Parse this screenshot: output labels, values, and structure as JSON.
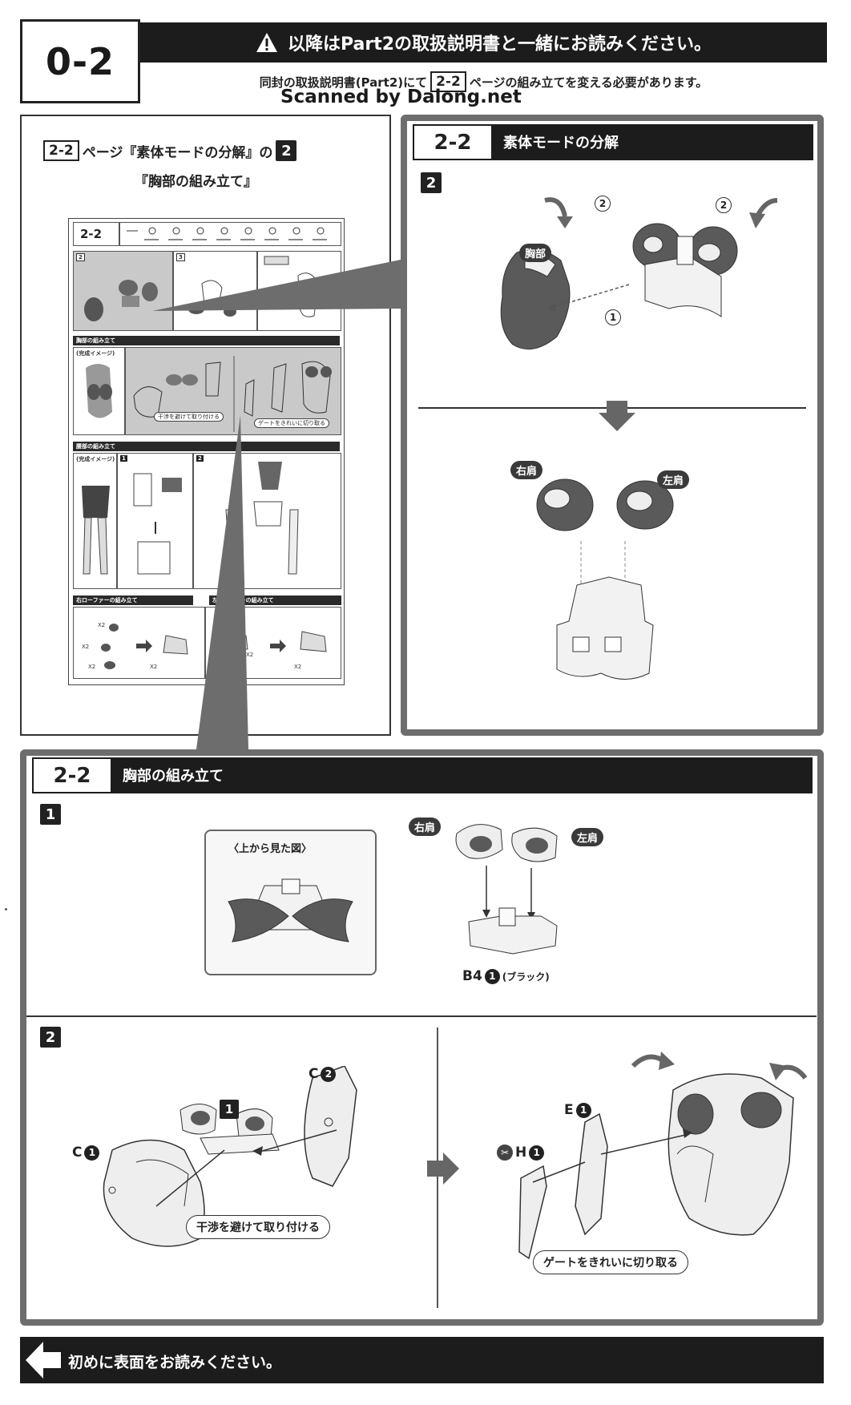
{
  "header": {
    "step_number": "0-2",
    "warning": "以降はPart2の取扱説明書と一緒にお読みください。",
    "sub_before": "同封の取扱説明書(Part2)にて",
    "sub_ref": "2-2",
    "sub_after": "ページの組み立てを変える必要があります。",
    "watermark": "Scanned by Dalong.net"
  },
  "left_panel": {
    "ref": "2-2",
    "caption_mid": "ページ『素体モードの分解』の",
    "caption_num": "2",
    "caption_line2": "『胸部の組み立て』",
    "thumb": {
      "page_code": "2-2",
      "step_2": "2",
      "step_3": "3",
      "bar_chest": "胸部の組み立て",
      "bar_waist": "腰部の組み立て",
      "complete_1": "(完成イメージ)",
      "complete_2": "(完成イメージ)",
      "bar_right_loafer": "右ローファーの組み立て",
      "bar_left_loafer": "左ローファーの組み立て",
      "note_1": "干渉を避けて取り付ける",
      "note_2": "ゲートをきれいに切り取る",
      "step_1b": "1",
      "step_2b": "2",
      "x2_a": "X2",
      "x2_b": "X2",
      "x2_c": "X2",
      "x2_d": "X2",
      "x2_e": "X2",
      "x2_f": "X2"
    }
  },
  "right_panel": {
    "code": "2-2",
    "title": "素体モードの分解",
    "step": "2",
    "label_chest": "胸部",
    "label_right_shoulder": "右肩",
    "label_left_shoulder": "左肩",
    "num_1": "1",
    "num_2a": "2",
    "num_2b": "2"
  },
  "bottom_panel": {
    "code": "2-2",
    "title": "胸部の組み立て",
    "step_1": "1",
    "step_2": "2",
    "inset_caption": "〈上から見た図〉",
    "label_right_shoulder": "右肩",
    "label_left_shoulder": "左肩",
    "part_b4": "B4",
    "part_b4_num": "1",
    "part_b4_color": "(ブラック)",
    "part_c1": "C",
    "part_c1_num": "1",
    "part_c2": "C",
    "part_c2_num": "2",
    "part_e1": "E",
    "part_e1_num": "1",
    "part_h1": "H",
    "part_h1_num": "1",
    "subassembly_ref": "1",
    "note_interference": "干渉を避けて取り付ける",
    "note_gate": "ゲートをきれいに切り取る"
  },
  "footer": {
    "text": "初めに表面をお読みください。"
  },
  "colors": {
    "dark_bar": "#1c1c1c",
    "panel_border": "#6d6d6d",
    "part_gray": "#5a5a5a",
    "part_light": "#eeeeee"
  }
}
